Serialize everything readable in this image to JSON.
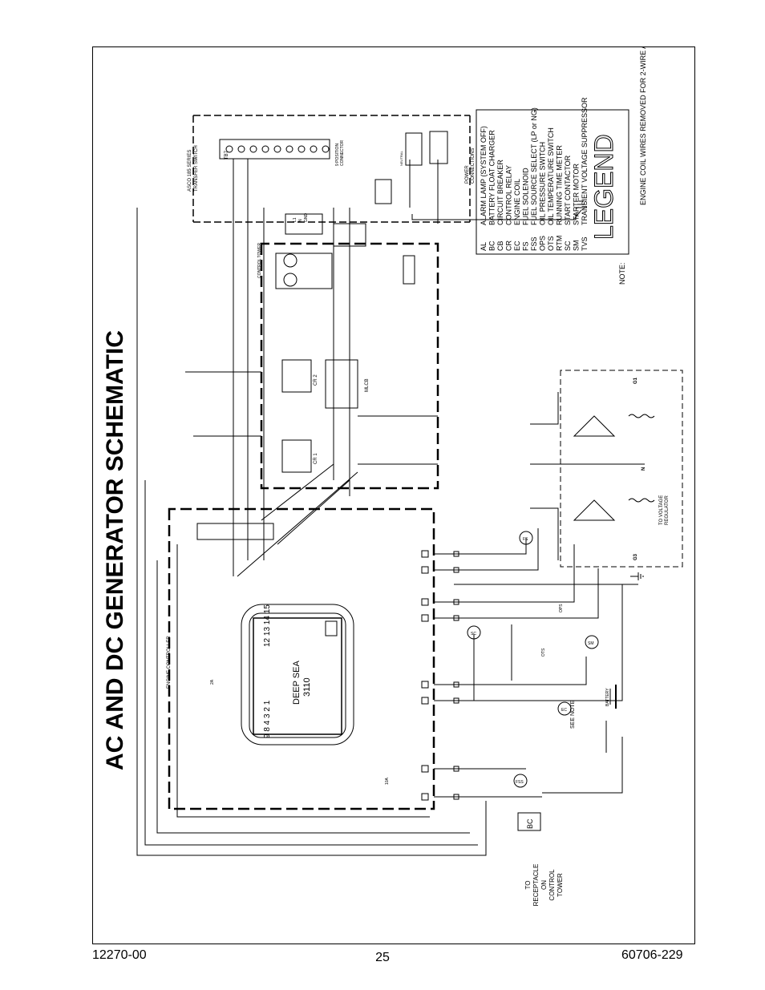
{
  "title": "AC AND DC GENERATOR SCHEMATIC",
  "legend": {
    "heading": "LEGEND",
    "items": [
      {
        "code": "AL",
        "desc": "ALARM LAMP (SYSTEM OFF)"
      },
      {
        "code": "BC",
        "desc": "BATTERY FLOAT CHARGER"
      },
      {
        "code": "CB",
        "desc": "CIRCUIT BREAKER"
      },
      {
        "code": "CR",
        "desc": "CONTROL RELAY"
      },
      {
        "code": "EC",
        "desc": "ENGINE COIL"
      },
      {
        "code": "FS",
        "desc": "FUEL SOLENOID"
      },
      {
        "code": "FSS",
        "desc": "FUEL SOURCE SELECT (LP or NG)"
      },
      {
        "code": "OPS",
        "desc": "OIL PRESSURE SWITCH"
      },
      {
        "code": "OTS",
        "desc": "OIL TEMPERATURE SWITCH"
      },
      {
        "code": "RTM",
        "desc": "RUNNING TIME METER"
      },
      {
        "code": "SC",
        "desc": "START CONTACTOR"
      },
      {
        "code": "SM",
        "desc": "STARTER MOTOR"
      },
      {
        "code": "TVS",
        "desc": "TRANSIENT VOLTAGE SUPPRESSOR"
      }
    ],
    "note_label": "NOTE:",
    "note_text": "ENGINE COIL WIRES REMOVED FOR 2-WIRE APPLICATION."
  },
  "labels": {
    "transfer_switch": "ASCO 185 SERIES",
    "transfer_switch_2": "TRANSFER SWITCH",
    "tb7": "TB7",
    "position_connector": "9 POSITION",
    "position_connector_2": "CONNECTOR",
    "power_connections": "POWER",
    "power_connections_2": "CONNECTIONS",
    "neutral": "NEUTRAL",
    "control_tower": "CONTROL TOWER",
    "cr1": "CR 1",
    "cr2": "CR 2",
    "mlcb": "MLCB",
    "engine_controller": "ENGINE CONTROLLER",
    "deep_sea_1": "DEEP SEA",
    "deep_sea_2": "3110",
    "deep_sea_top": "12 13 14 15",
    "deep_sea_bottom": "9 8   4 3 2 1",
    "fuse_2a": "2A",
    "fuse_10a": "10A",
    "voltage_regulator": "TO VOLTAGE",
    "voltage_regulator_2": "REGULATOR",
    "g1": "G1",
    "g3": "G3",
    "n": "N",
    "fs": "FS",
    "fss": "FSS",
    "sc": "SC",
    "sm": "SM",
    "ec": "EC",
    "ops": "OPS",
    "ots": "OTS",
    "battery": "BATTERY",
    "see_note": "SEE NOTE",
    "bc": "BC",
    "receptacle": "TO RECEPTACLE ON CONTROL TOWER",
    "l1": "L1",
    "n_plug": "N",
    "gnd": "GND"
  },
  "footer": {
    "left": "12270-00",
    "page": "25",
    "right": "60706-229"
  }
}
